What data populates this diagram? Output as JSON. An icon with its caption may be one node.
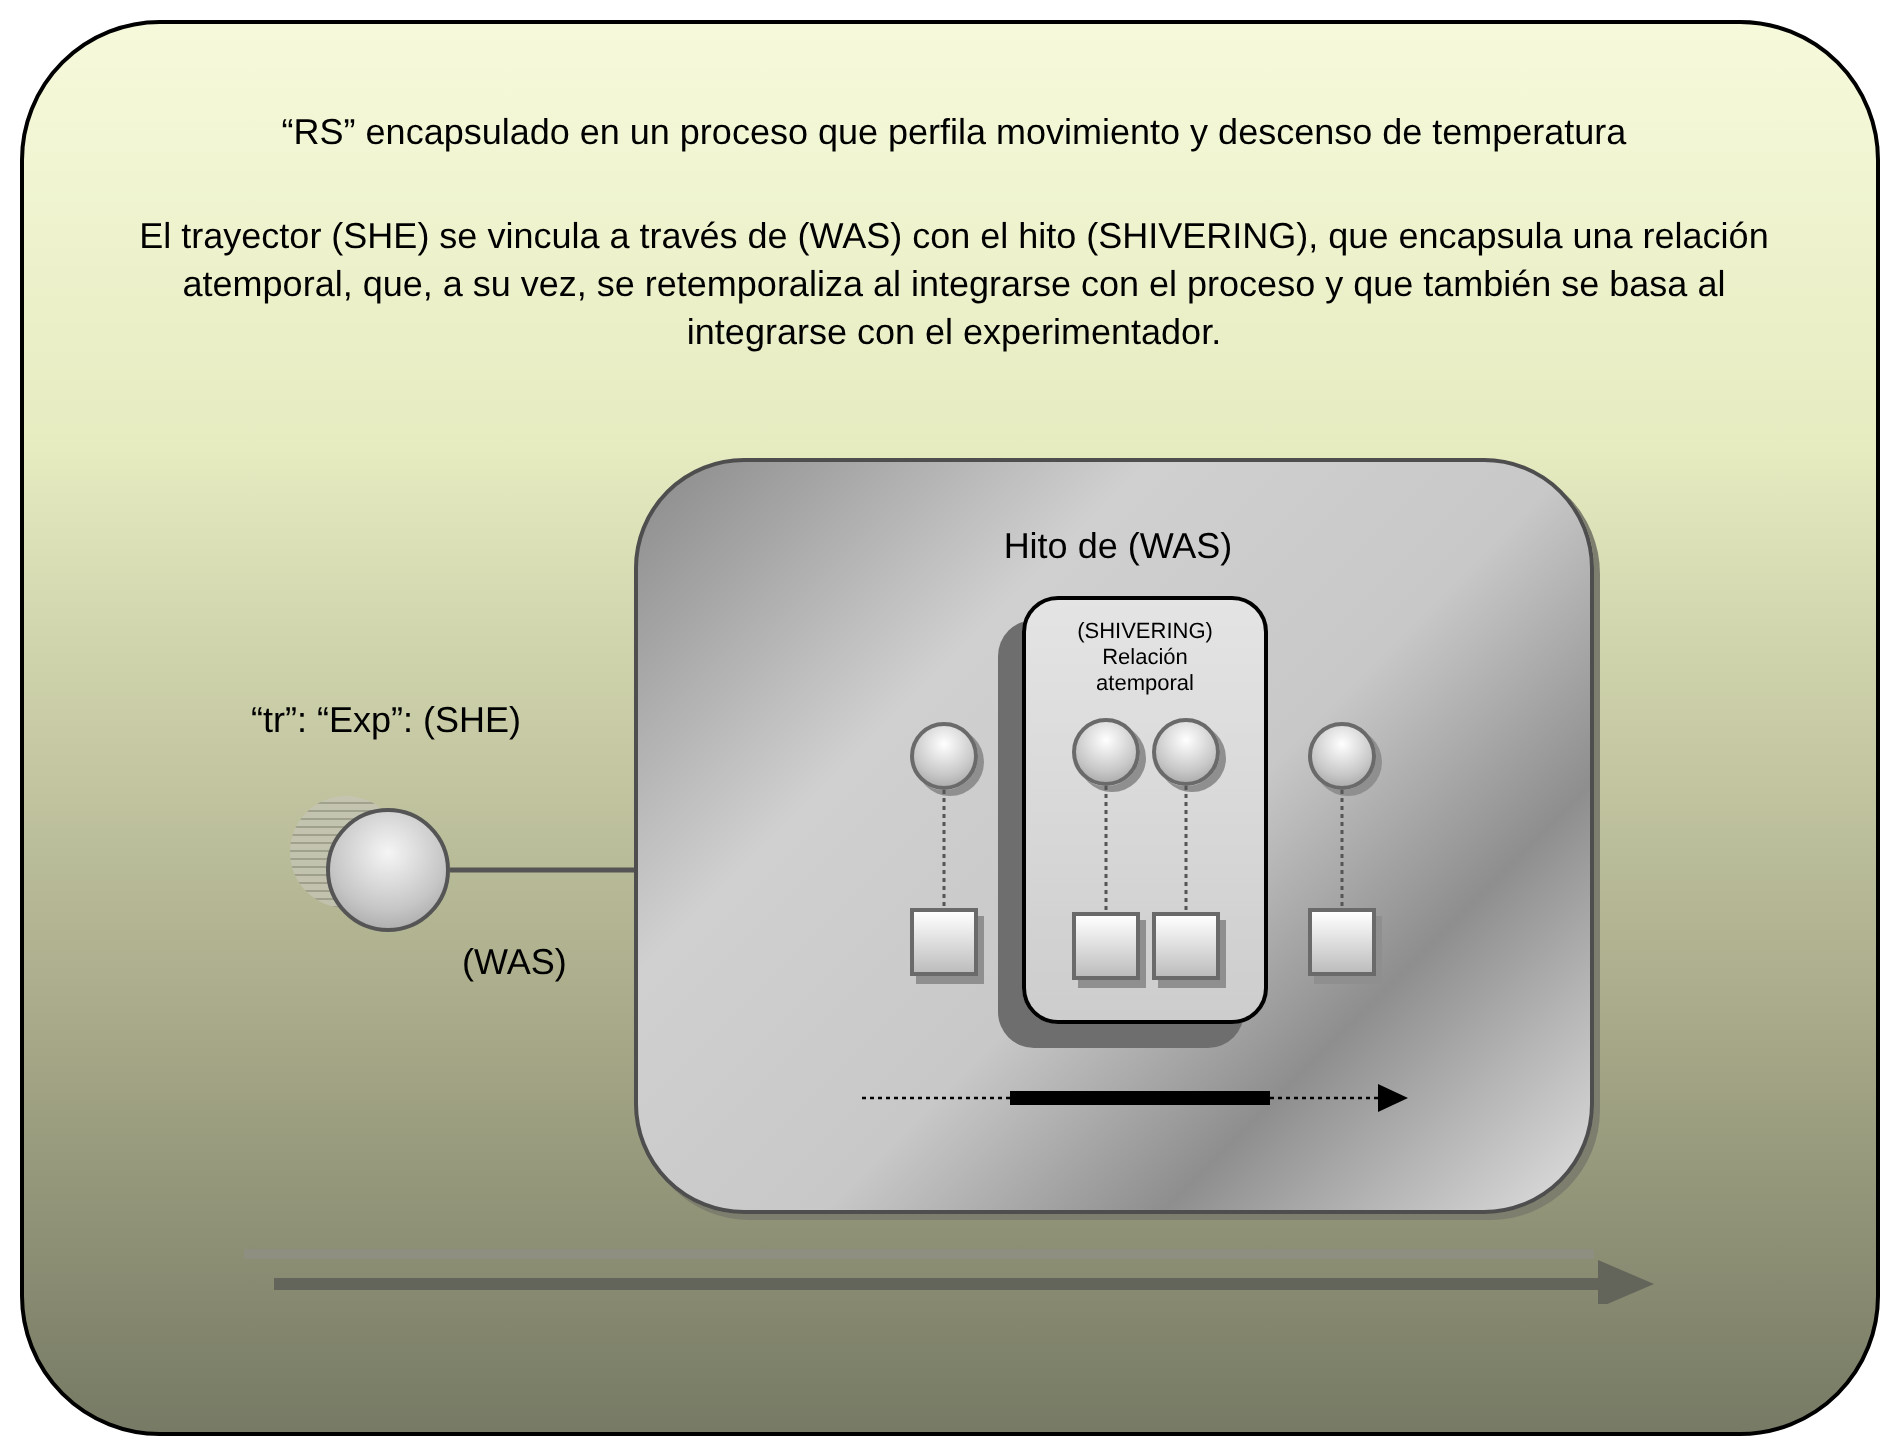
{
  "diagram": {
    "nodes": [
      {
        "text": [
          "“RS” encapsulado en un proceso que perfila movimiento y descenso de temperatura",
          "El trayector (SHE) se vincula a través de (WAS) con el hito (SHIVERING), que encapsula una relación atemporal, que, a su vez, se retemporaliza al integrarse con el proceso y que también se basa al integrarse con el experimentador."
        ]
      },
      {
        "text": [
          "“tr”: “Exp”: (SHE)"
        ],
        "in": 0
      },
      {
        "text": [
          "Hito de (WAS)"
        ],
        "in": 0
      },
      {
        "text": [
          "(SHIVERING) Relación atemporal"
        ],
        "in": 2
      },
      {
        "text": [],
        "shape": "circle",
        "in": 2
      },
      {
        "text": [],
        "shape": "circle",
        "in": 3
      },
      {
        "text": [],
        "shape": "circle",
        "in": 3
      },
      {
        "text": [],
        "shape": "circle",
        "in": 2
      },
      {
        "text": [],
        "shape": "box",
        "in": 2
      },
      {
        "text": [],
        "shape": "box",
        "in": 3
      },
      {
        "text": [],
        "shape": "box",
        "in": 3
      },
      {
        "text": [],
        "shape": "box",
        "in": 2
      }
    ],
    "edges": [
      {
        "from": 1,
        "to": 2,
        "arrow": "none",
        "label": "(WAS)"
      },
      {
        "from": 4,
        "to": 8,
        "arrow": "none",
        "style": "dashed"
      },
      {
        "from": 5,
        "to": 9,
        "arrow": "none",
        "style": "dashed"
      },
      {
        "from": 6,
        "to": 10,
        "arrow": "none",
        "style": "dashed"
      },
      {
        "from": 7,
        "to": 11,
        "arrow": "none",
        "style": "dashed"
      }
    ]
  }
}
